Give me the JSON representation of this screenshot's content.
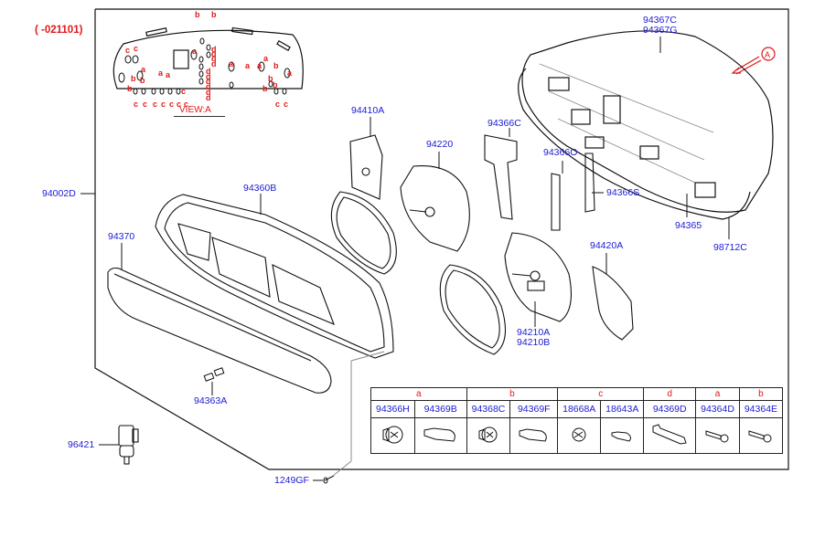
{
  "revision_label": "( -021101)",
  "view_a": {
    "caption": "VIEW:A",
    "arrow_label": "A",
    "markers": [
      "c",
      "c",
      "b",
      "b",
      "a",
      "a",
      "b",
      "b",
      "b",
      "a",
      "a",
      "c",
      "d",
      "d",
      "d",
      "d",
      "d",
      "d",
      "d",
      "d",
      "d",
      "d",
      "a",
      "a",
      "a",
      "a",
      "b",
      "b",
      "b",
      "a",
      "b",
      "c",
      "c",
      "c",
      "c",
      "c",
      "c",
      "c",
      "c",
      "c"
    ]
  },
  "callouts": {
    "assembly": "94002D",
    "lens": "94370",
    "lens_clip": "94363A",
    "bezel": "94360B",
    "fuel_gauge": "94410A",
    "tacho": "94220",
    "tacho_plate": "94366C",
    "circuit_plate_1": "94366O",
    "circuit_plate_2": "94366S",
    "case_line1": "94367C",
    "case_line2": "94367G",
    "printed_circuit": "94365",
    "connector": "98712C",
    "speedo_line1": "94210A",
    "speedo_line2": "94210B",
    "temp_gauge": "94420A",
    "speed_sensor": "96421",
    "screw": "1249GF"
  },
  "parts_table": {
    "groups": [
      {
        "label": "a",
        "span": 2
      },
      {
        "label": "b",
        "span": 2
      },
      {
        "label": "c",
        "span": 2
      },
      {
        "label": "d",
        "span": 1
      },
      {
        "label": "a",
        "span": 1
      },
      {
        "label": "b",
        "span": 1
      }
    ],
    "parts": [
      {
        "number": "94366H",
        "icon": "socket-icon"
      },
      {
        "number": "94369B",
        "icon": "bulb-icon"
      },
      {
        "number": "94368C",
        "icon": "socket-icon"
      },
      {
        "number": "94369F",
        "icon": "bulb-icon"
      },
      {
        "number": "18668A",
        "icon": "socket-icon"
      },
      {
        "number": "18643A",
        "icon": "bulb-icon"
      },
      {
        "number": "94369D",
        "icon": "long-bulb-icon"
      },
      {
        "number": "94364D",
        "icon": "screw-icon"
      },
      {
        "number": "94364E",
        "icon": "screw-icon"
      }
    ]
  }
}
